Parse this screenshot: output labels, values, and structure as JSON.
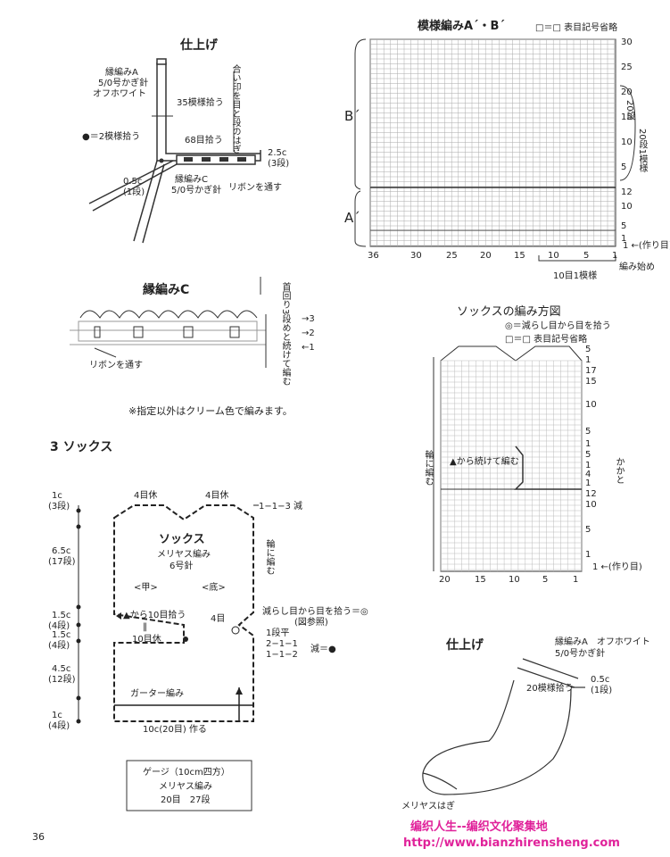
{
  "page_number": "36",
  "finishing_top": {
    "title": "仕上げ",
    "edge_a_label": "縁編みA",
    "edge_a_hook": "5/0号かぎ針",
    "edge_a_color": "オフホワイト",
    "join_label": "合い印を目と段のはぎ",
    "pickup_35": "35模様拾う",
    "pickup_68": "68目拾う",
    "repeat_note": "●＝2模様拾う",
    "width_2_5c": "2.5c",
    "rows_3": "(3段)",
    "width_0_5c": "0.5c",
    "rows_1": "(1段)",
    "edge_c_label": "縁編みC",
    "edge_c_hook": "5/0号かぎ針",
    "ribbon": "リボンを通す"
  },
  "pattern_ab": {
    "title": "模様編みA´・B´",
    "legend": "□＝□ 表目記号省略",
    "label_b": "B´",
    "label_a": "A´",
    "right_ticks": [
      "30",
      "25",
      "20",
      "15",
      "10",
      "5",
      "12",
      "10",
      "5",
      "1"
    ],
    "b_rows": "20段",
    "b_repeat": "20段1模様",
    "cast_on": "1 ←(作り目)",
    "bottom_ticks": [
      "36",
      "30",
      "25",
      "20",
      "15",
      "10",
      "5",
      "1"
    ],
    "start": "編み始め",
    "repeat_note": "10目1模様"
  },
  "edge_c": {
    "title": "縁編みC",
    "side_note": "首回り3段めと続けて編む",
    "arrows": [
      "→3",
      "→2",
      "←1"
    ],
    "ribbon": "リボンを通す",
    "color_note": "※指定以外はクリーム色で編みます。"
  },
  "socks_section": {
    "title": "3 ソックス",
    "heading": "ソックス",
    "stitch": "メリヤス編み",
    "needle": "6号針",
    "instep": "<甲>",
    "sole": "<底>",
    "rest_left": "4目休",
    "rest_right": "4目休",
    "decrease": "1−1−3 減",
    "round": "輪に編む",
    "dims_left": [
      {
        "c": "1c",
        "rows": "(3段)"
      },
      {
        "c": "6.5c",
        "rows": "(17段)"
      },
      {
        "c": "1.5c",
        "rows": "(4段)"
      },
      {
        "c": "1.5c",
        "rows": "(4段)"
      },
      {
        "c": "4.5c",
        "rows": "(12段)"
      },
      {
        "c": "1c",
        "rows": "(4段)"
      }
    ],
    "pickup_10": "▲から10目拾う",
    "eq": "‖",
    "rest_10": "10目休",
    "four_st": "4目",
    "pickup_from_dec": "減らし目から目を拾う＝◎",
    "see_fig": "(図参照)",
    "flat": "1段平",
    "dec_1": "2−1−1",
    "dec_2": "1−1−2",
    "dec_label": "減＝●",
    "garter": "ガーター編み",
    "cast_on": "10c(20目) 作る"
  },
  "gauge": {
    "title": "ゲージ（10cm四方）",
    "stitch": "メリヤス編み",
    "value": "20目　27段"
  },
  "sock_chart": {
    "title": "ソックスの編み方図",
    "note": "◎＝減らし目から目を拾う",
    "legend": "□＝□ 表目記号省略",
    "right_ticks": [
      "5",
      "1",
      "17",
      "15",
      "10",
      "5",
      "1",
      "5",
      "1",
      "4",
      "1",
      "12",
      "10",
      "5",
      "1"
    ],
    "heel": "かかと",
    "round": "輪に編む",
    "continue": "▲から続けて編む",
    "cast_on": "1 ←(作り目)",
    "bottom_ticks": [
      "20",
      "15",
      "10",
      "5",
      "1"
    ]
  },
  "finishing_sock": {
    "title": "仕上げ",
    "edge_a": "縁編みA　オフホワイト",
    "hook": "5/0号かぎ針",
    "width": "0.5c",
    "rows": "(1段)",
    "pickup": "20模様拾う",
    "graft": "メリヤスはぎ"
  },
  "watermark": {
    "line1": "编织人生--编织文化聚集地",
    "line2": "http://www.bianzhirensheng.com",
    "color": "#e0229a"
  }
}
